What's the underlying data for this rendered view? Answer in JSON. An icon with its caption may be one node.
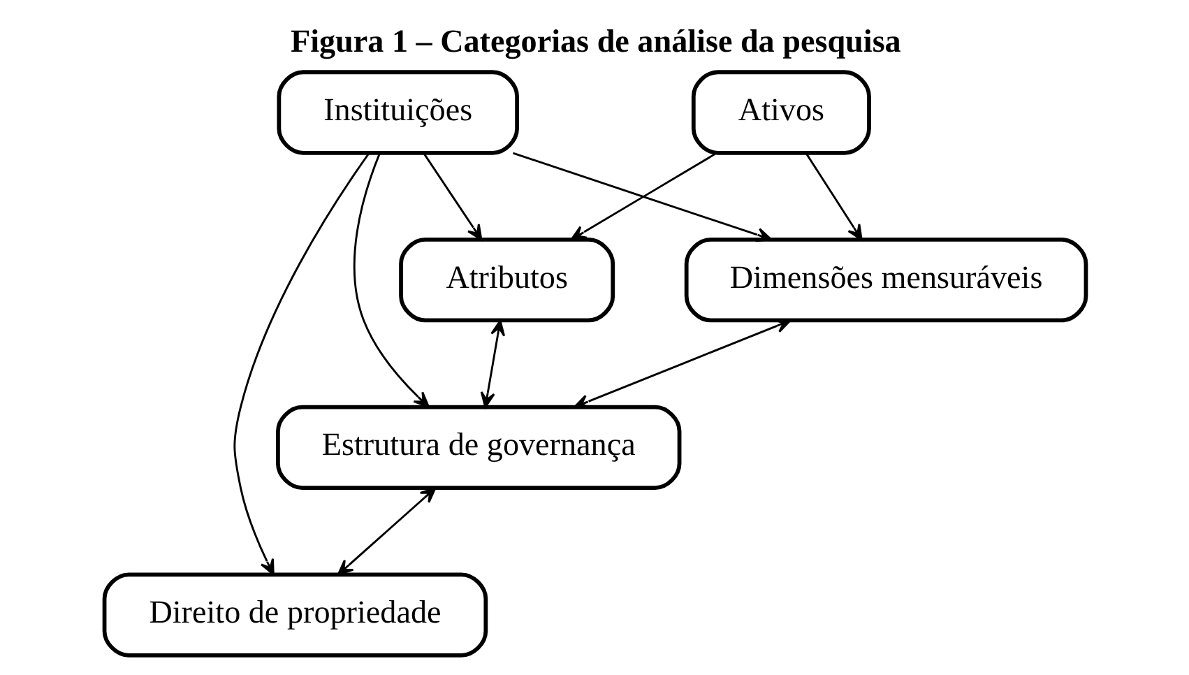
{
  "diagram": {
    "title": "Figura 1 – Categorias de análise da pesquisa",
    "nodes": [
      {
        "text": [
          "Instituições"
        ]
      },
      {
        "text": [
          "Atributos"
        ]
      },
      {
        "text": [
          "Ativos"
        ]
      },
      {
        "text": [
          "Dimensões mensuráveis"
        ]
      },
      {
        "text": [
          "Estrutura de governança"
        ]
      },
      {
        "text": [
          "Direito de propriedade"
        ]
      }
    ],
    "edges": [
      {
        "from": 0,
        "to": 1,
        "arrow": "to"
      },
      {
        "from": 0,
        "to": 3,
        "arrow": "to"
      },
      {
        "from": 0,
        "to": 4,
        "arrow": "to"
      },
      {
        "from": 0,
        "to": 5,
        "arrow": "to"
      },
      {
        "from": 2,
        "to": 1,
        "arrow": "to"
      },
      {
        "from": 2,
        "to": 3,
        "arrow": "to"
      },
      {
        "from": 1,
        "to": 4,
        "arrow": "both"
      },
      {
        "from": 3,
        "to": 4,
        "arrow": "both"
      },
      {
        "from": 4,
        "to": 5,
        "arrow": "both"
      }
    ]
  }
}
